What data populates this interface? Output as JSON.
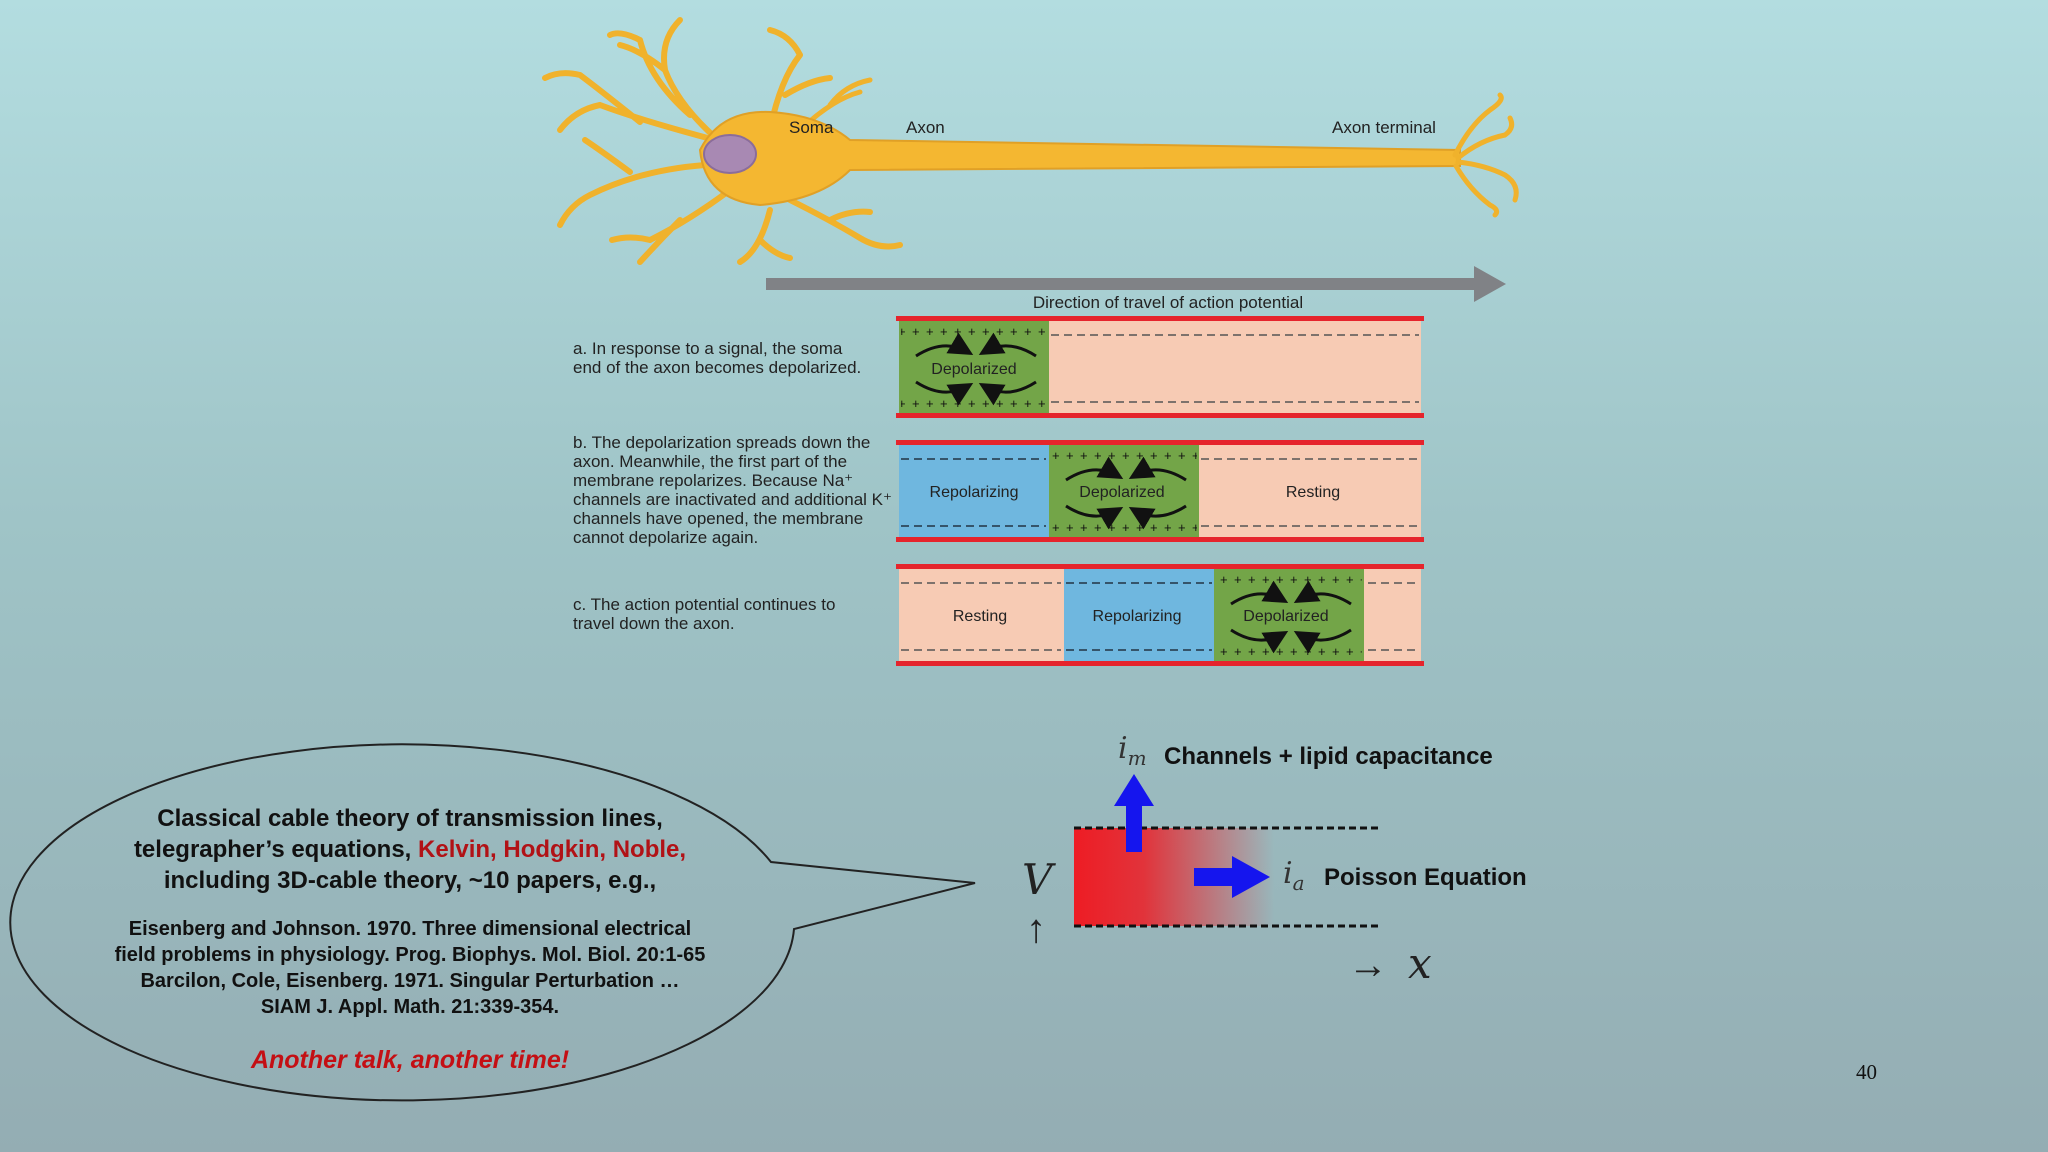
{
  "neuron": {
    "labels": {
      "soma": "Soma",
      "axon": "Axon",
      "terminal": "Axon terminal"
    },
    "direction_label": "Direction of travel of action potential",
    "colors": {
      "neuron": "#f4b731",
      "nucleus": "#a889b3",
      "arrow": "#808286"
    }
  },
  "panels": [
    {
      "caption": "a. In response to a signal, the soma end of the axon becomes depolarized.",
      "segments": [
        {
          "label": "Depolarized",
          "state": "depolarized"
        },
        {
          "label": "",
          "state": "resting"
        }
      ]
    },
    {
      "caption": "b. The depolarization spreads down the axon. Meanwhile, the first part of the membrane repolarizes. Because Na⁺ channels are inactivated and additional K⁺ channels have opened, the membrane cannot depolarize again.",
      "segments": [
        {
          "label": "Repolarizing",
          "state": "repolarizing"
        },
        {
          "label": "Depolarized",
          "state": "depolarized"
        },
        {
          "label": "Resting",
          "state": "resting"
        }
      ]
    },
    {
      "caption": "c. The action potential continues to travel down the axon.",
      "segments": [
        {
          "label": "Resting",
          "state": "resting"
        },
        {
          "label": "Repolarizing",
          "state": "repolarizing"
        },
        {
          "label": "Depolarized",
          "state": "depolarized"
        },
        {
          "label": "",
          "state": "resting"
        }
      ]
    }
  ],
  "state_colors": {
    "depolarized": "#73a548",
    "repolarizing": "#6fb7df",
    "resting": "#f7cbb4",
    "membrane": "#e5242c"
  },
  "cable": {
    "im_label": "i",
    "im_sub": "m",
    "im_text": "Channels + lipid capacitance",
    "ia_label": "i",
    "ia_sub": "a",
    "ia_text": "Poisson Equation",
    "v_label": "V",
    "v_arrow": "↑",
    "x_label": "x",
    "x_arrow": "→"
  },
  "bubble": {
    "line1": "Classical cable theory of transmission lines,",
    "line2_prefix": "telegrapher’s equations, ",
    "line2_names": "Kelvin, Hodgkin, Noble,",
    "line3": "including 3D-cable theory, ~10 papers, e.g.,",
    "refs": [
      "Eisenberg and Johnson. 1970. Three dimensional electrical",
      "field problems in physiology. Prog. Biophys. Mol. Biol. 20:1-65",
      "Barcilon, Cole, Eisenberg. 1971. Singular Perturbation …",
      "SIAM J. Appl. Math. 21:339-354."
    ],
    "closing": "Another talk, another time!"
  },
  "page_number": "40"
}
